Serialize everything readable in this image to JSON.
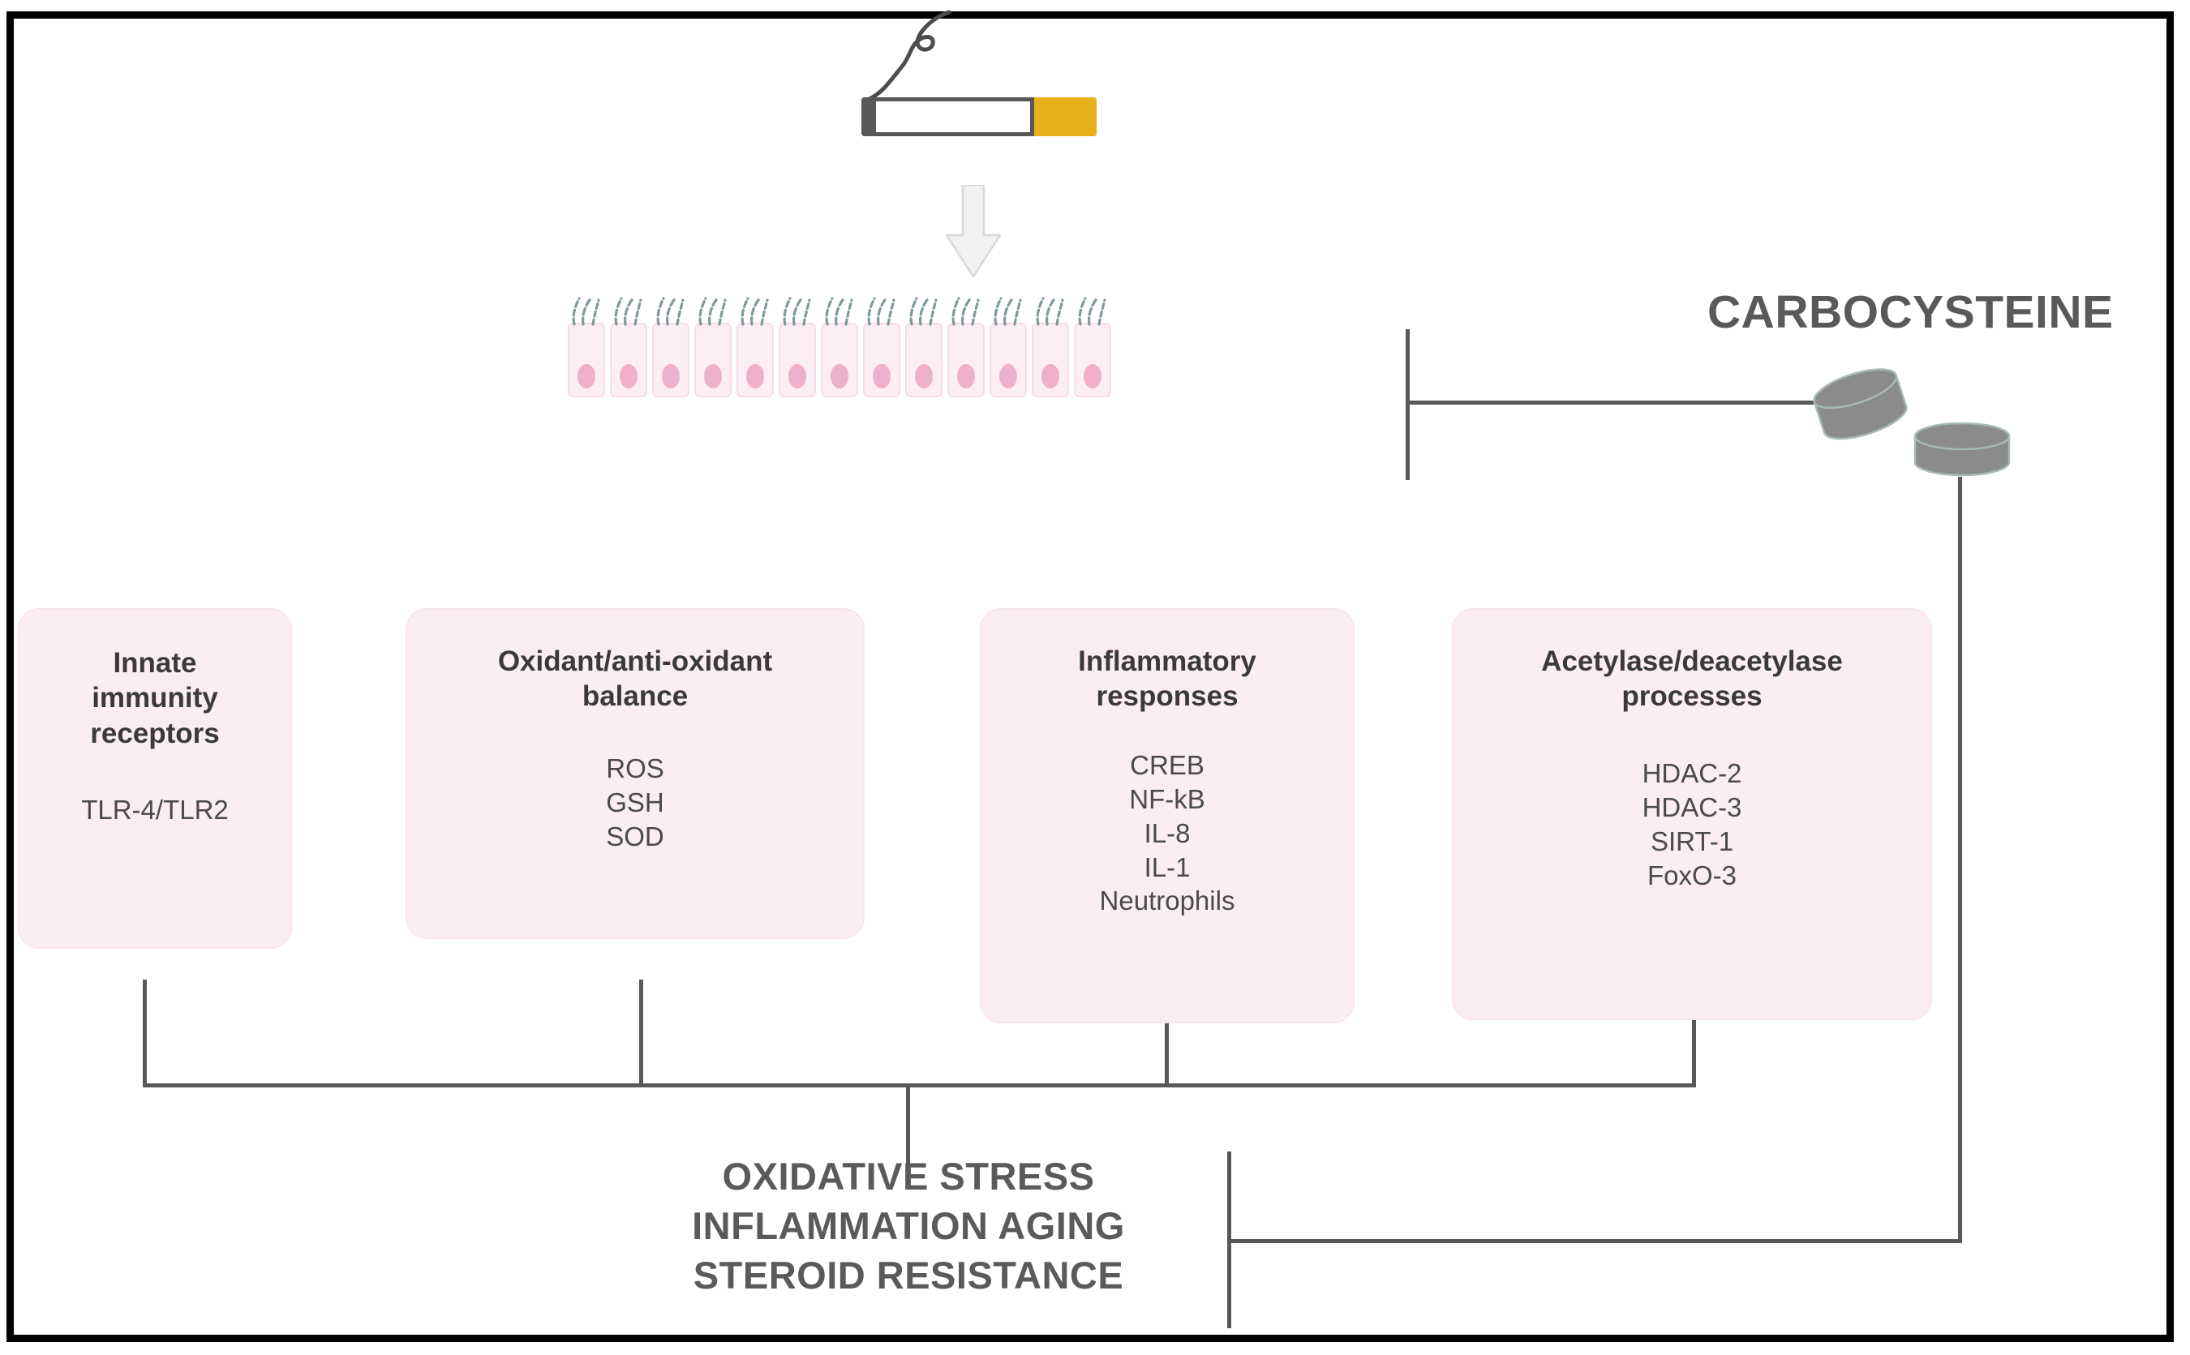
{
  "figure": {
    "title": "Carbocysteine effects on cigarette-smoke-exposed airway epithelium",
    "frame_color": "#000000",
    "box_fill": "#fcedf3",
    "box_border": "#fbe4ee",
    "line_color": "#585858",
    "text_color": "#4a4a4a",
    "cell_fill": "#fdeef4",
    "nucleus_color": "#eeb0ca",
    "cilia_color": "#7f9a9a",
    "pill_color": "#8b8b8b",
    "cigarette_filter_color": "#e8b11b",
    "arrow_fill": "#f2f2f2"
  },
  "stimulus": {
    "icon": "cigarette-icon",
    "smoke_icon": "smoke-wisp-icon",
    "arrow_icon": "down-arrow-icon"
  },
  "epithelium": {
    "name": "airway-epithelial-cell-row",
    "cell_count": 13,
    "cell_icon": "ciliated-epithelial-cell-icon"
  },
  "drug": {
    "label": "CARBOCYSTEINE",
    "pill_icons": [
      "pill-tablet-tilted-icon",
      "pill-tablet-icon"
    ]
  },
  "boxes": [
    {
      "id": "innate-immunity-receptors",
      "title": "Innate\nimmunity\nreceptors",
      "title_lines": [
        "Innate",
        "immunity",
        "receptors"
      ],
      "items": [
        "TLR-4/TLR2"
      ]
    },
    {
      "id": "oxidant-antioxidant-balance",
      "title": "Oxidant/anti-oxidant balance",
      "title_lines": [
        "Oxidant/anti-oxidant",
        "balance"
      ],
      "items": [
        "ROS",
        "GSH",
        "SOD"
      ]
    },
    {
      "id": "inflammatory-responses",
      "title": "Inflammatory responses",
      "title_lines": [
        "Inflammatory",
        "responses"
      ],
      "items": [
        "CREB",
        "NF-kB",
        "IL-8",
        "IL-1",
        "Neutrophils"
      ]
    },
    {
      "id": "acetylase-deacetylase-processes",
      "title": "Acetylase/deacetylase processes",
      "title_lines": [
        "Acetylase/deacetylase",
        "processes"
      ],
      "items": [
        "HDAC-2",
        "HDAC-3",
        "SIRT-1",
        "FoxO-3"
      ]
    }
  ],
  "outcome": {
    "lines": [
      "OXIDATIVE STRESS",
      "INFLAMMATION AGING",
      "STEROID RESISTANCE"
    ],
    "line1": "OXIDATIVE STRESS",
    "line2": "INFLAMMATION AGING",
    "line3": "STEROID RESISTANCE"
  }
}
